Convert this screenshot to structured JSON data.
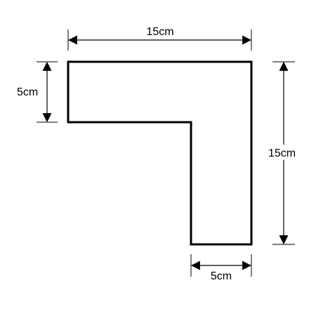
{
  "dimensions": {
    "top_width": "15cm",
    "left_height": "5cm",
    "right_height": "15cm",
    "bottom_width": "5cm"
  },
  "colors": {
    "line": "#000000",
    "background": "#ffffff"
  }
}
